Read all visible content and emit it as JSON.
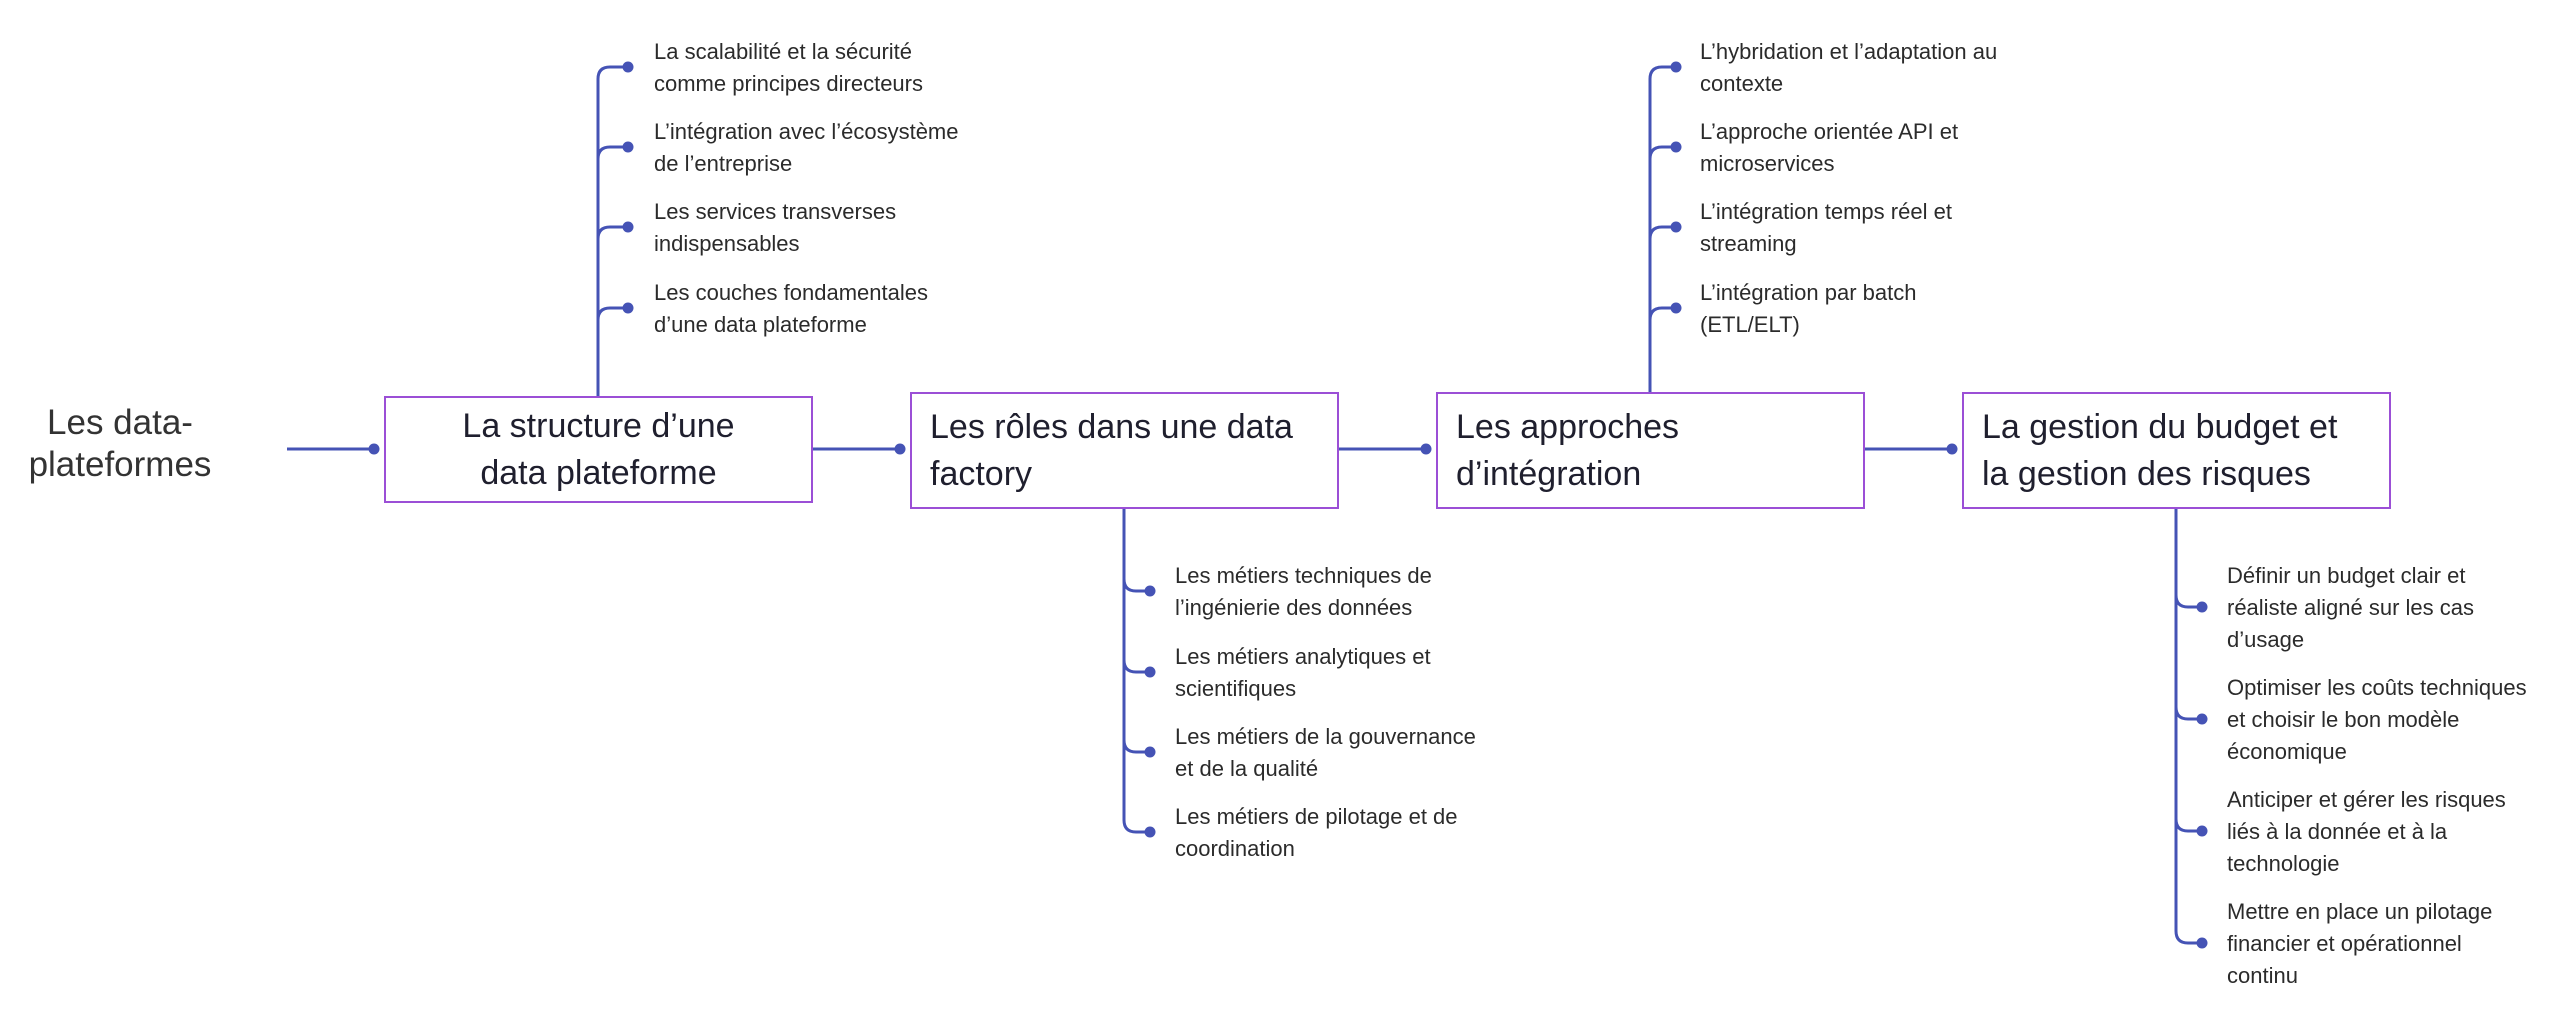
{
  "colors": {
    "connector": "#4553b5",
    "topic_border": "#9b4fd6"
  },
  "root": {
    "label": "Les data-\nplateformes"
  },
  "topics": [
    {
      "label": "La structure d’une\ndata plateforme",
      "children": [
        "La scalabilité et la sécurité\ncomme principes directeurs",
        "L’intégration avec l’écosystème\nde l’entreprise",
        "Les services transverses\nindispensables",
        "Les couches fondamentales\nd’une data plateforme"
      ]
    },
    {
      "label": "Les rôles dans une data\nfactory",
      "children": [
        "Les métiers techniques de\nl’ingénierie des données",
        "Les métiers analytiques et\nscientifiques",
        "Les métiers de la gouvernance\net de la qualité",
        "Les métiers de pilotage et de\ncoordination"
      ]
    },
    {
      "label": "Les approches\nd’intégration",
      "children": [
        "L’hybridation et l’adaptation au\ncontexte",
        "L’approche orientée API et\nmicroservices",
        "L’intégration temps réel et\nstreaming",
        "L’intégration par batch\n(ETL/ELT)"
      ]
    },
    {
      "label": "La gestion du budget et\nla gestion des risques",
      "children": [
        "Définir un budget clair et\nréaliste aligné sur les cas\nd’usage",
        "Optimiser les coûts techniques\net choisir le bon modèle\néconomique",
        "Anticiper et gérer les risques\nliés à la donnée et à la\ntechnologie",
        "Mettre en place un pilotage\nfinancier et opérationnel\ncontinu"
      ]
    }
  ]
}
